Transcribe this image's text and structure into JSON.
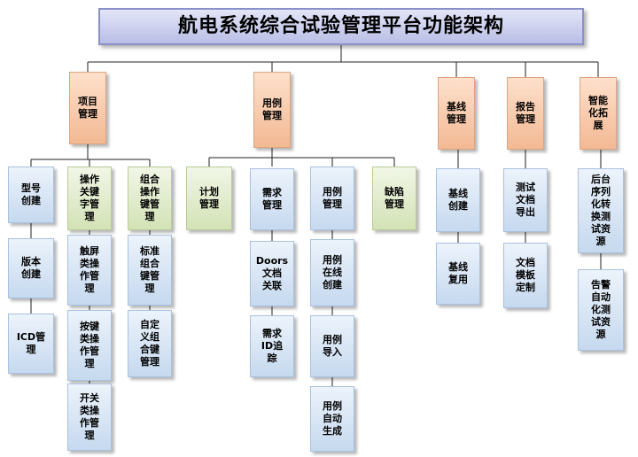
{
  "title": "航电系统综合试验管理平台功能架构",
  "categories": [
    {
      "label": "项目\n管理"
    },
    {
      "label": "用例\n管理"
    },
    {
      "label": "基线\n管理"
    },
    {
      "label": "报告\n管理"
    },
    {
      "label": "智能\n化拓\n展"
    }
  ],
  "project": {
    "col1": [
      "型号\n创建",
      "版本\n创建",
      "ICD管\n理"
    ],
    "col2": [
      "操作\n关键\n字管\n理",
      "触屏\n类操\n作管\n理",
      "按键\n类操\n作管\n理",
      "开关\n类操\n作管\n理"
    ],
    "col3": [
      "组合\n操作\n键管\n理",
      "标准\n组合\n键管\n理",
      "自定\n义组\n合键\n管理"
    ]
  },
  "usecase": {
    "plan": "计划\n管理",
    "req": [
      "需求\n管理",
      "Doors\n文档\n关联",
      "需求\nID追\n踪"
    ],
    "uc": [
      "用例\n管理",
      "用例\n在线\n创建",
      "用例\n导入",
      "用例\n自动\n生成"
    ],
    "defect": "缺陷\n管理"
  },
  "baseline": [
    "基线\n创建",
    "基线\n复用"
  ],
  "report": [
    "测试\n文档\n导出",
    "文档\n模板\n定制"
  ],
  "smart": [
    "后台\n序列\n化转\n换测\n试资\n源",
    "告警\n自动\n化测\n试资\n源"
  ]
}
